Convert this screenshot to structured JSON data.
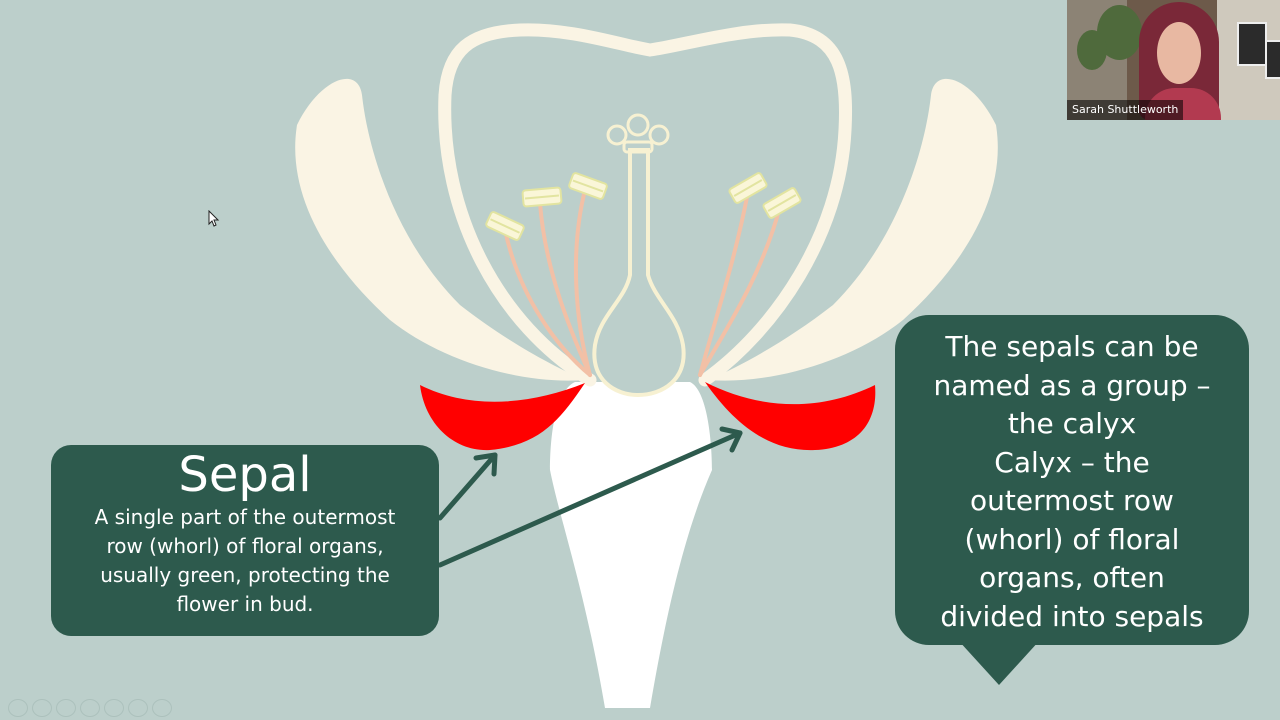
{
  "slide": {
    "background": "#bccfcb",
    "term": {
      "title": "Sepal",
      "definition": "A single part of the outermost row (whorl) of floral organs, usually green, protecting the flower in bud."
    },
    "note_lines": [
      "The sepals can be",
      "named as a group –",
      "the calyx",
      "Calyx – the",
      "outermost row",
      "(whorl) of floral",
      "organs, often",
      "divided into sepals"
    ]
  },
  "colors": {
    "callout": "#2d5a4d",
    "sepal": "#ff0000",
    "petal": "#faf4e4",
    "receptacle": "#ffffff",
    "stamen_filament": "#f2c0a6",
    "anther": "#eef0c0",
    "pistil_outline": "#f7f1d2"
  },
  "participant": {
    "name": "Sarah Shuttleworth"
  },
  "toolbar_icons": [
    "pointer-icon",
    "pen-icon",
    "highlighter-icon",
    "eraser-icon",
    "zoom-icon",
    "slides-icon",
    "more-icon"
  ]
}
